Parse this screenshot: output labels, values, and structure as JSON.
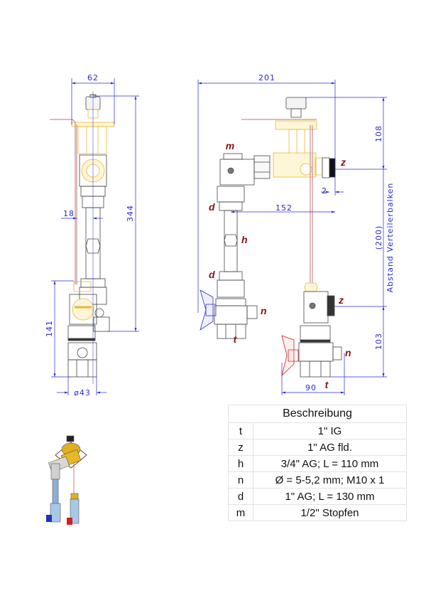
{
  "dimensions": {
    "width_front": "62",
    "height_total": "344",
    "offset_18": "18",
    "height_lower": "141",
    "diameter": "ø43",
    "width_side": "201",
    "height_top": "108",
    "gap_2": "2",
    "horizontal_152": "152",
    "distance_value": "(200)",
    "distance_label": "Abstand Verteilerbalken",
    "height_bottom": "103",
    "width_bottom": "90"
  },
  "part_labels": {
    "m": "m",
    "z_top": "z",
    "d_upper": "d",
    "h": "h",
    "d_lower": "d",
    "n_left": "n",
    "t_left": "t",
    "z_bottom": "z",
    "n_right": "n",
    "t_right": "t"
  },
  "colors": {
    "dimension": "#2a2ad0",
    "label": "#8a1010",
    "brass": "#e8b830",
    "outline": "#444444",
    "capillary": "#c89090",
    "handle_blue": "#3030c0",
    "handle_red": "#d02020"
  },
  "table": {
    "header": "Beschreibung",
    "rows": [
      {
        "key": "t",
        "value": "1\" IG"
      },
      {
        "key": "z",
        "value": "1\" AG fld."
      },
      {
        "key": "h",
        "value": "3/4\" AG; L = 110 mm"
      },
      {
        "key": "n",
        "value": "Ø = 5-5,2 mm; M10 x 1"
      },
      {
        "key": "d",
        "value": "1\" AG; L = 130 mm"
      },
      {
        "key": "m",
        "value": "1/2\" Stopfen"
      }
    ]
  },
  "thumbnail": {
    "description": "isometric-assembly-view"
  }
}
